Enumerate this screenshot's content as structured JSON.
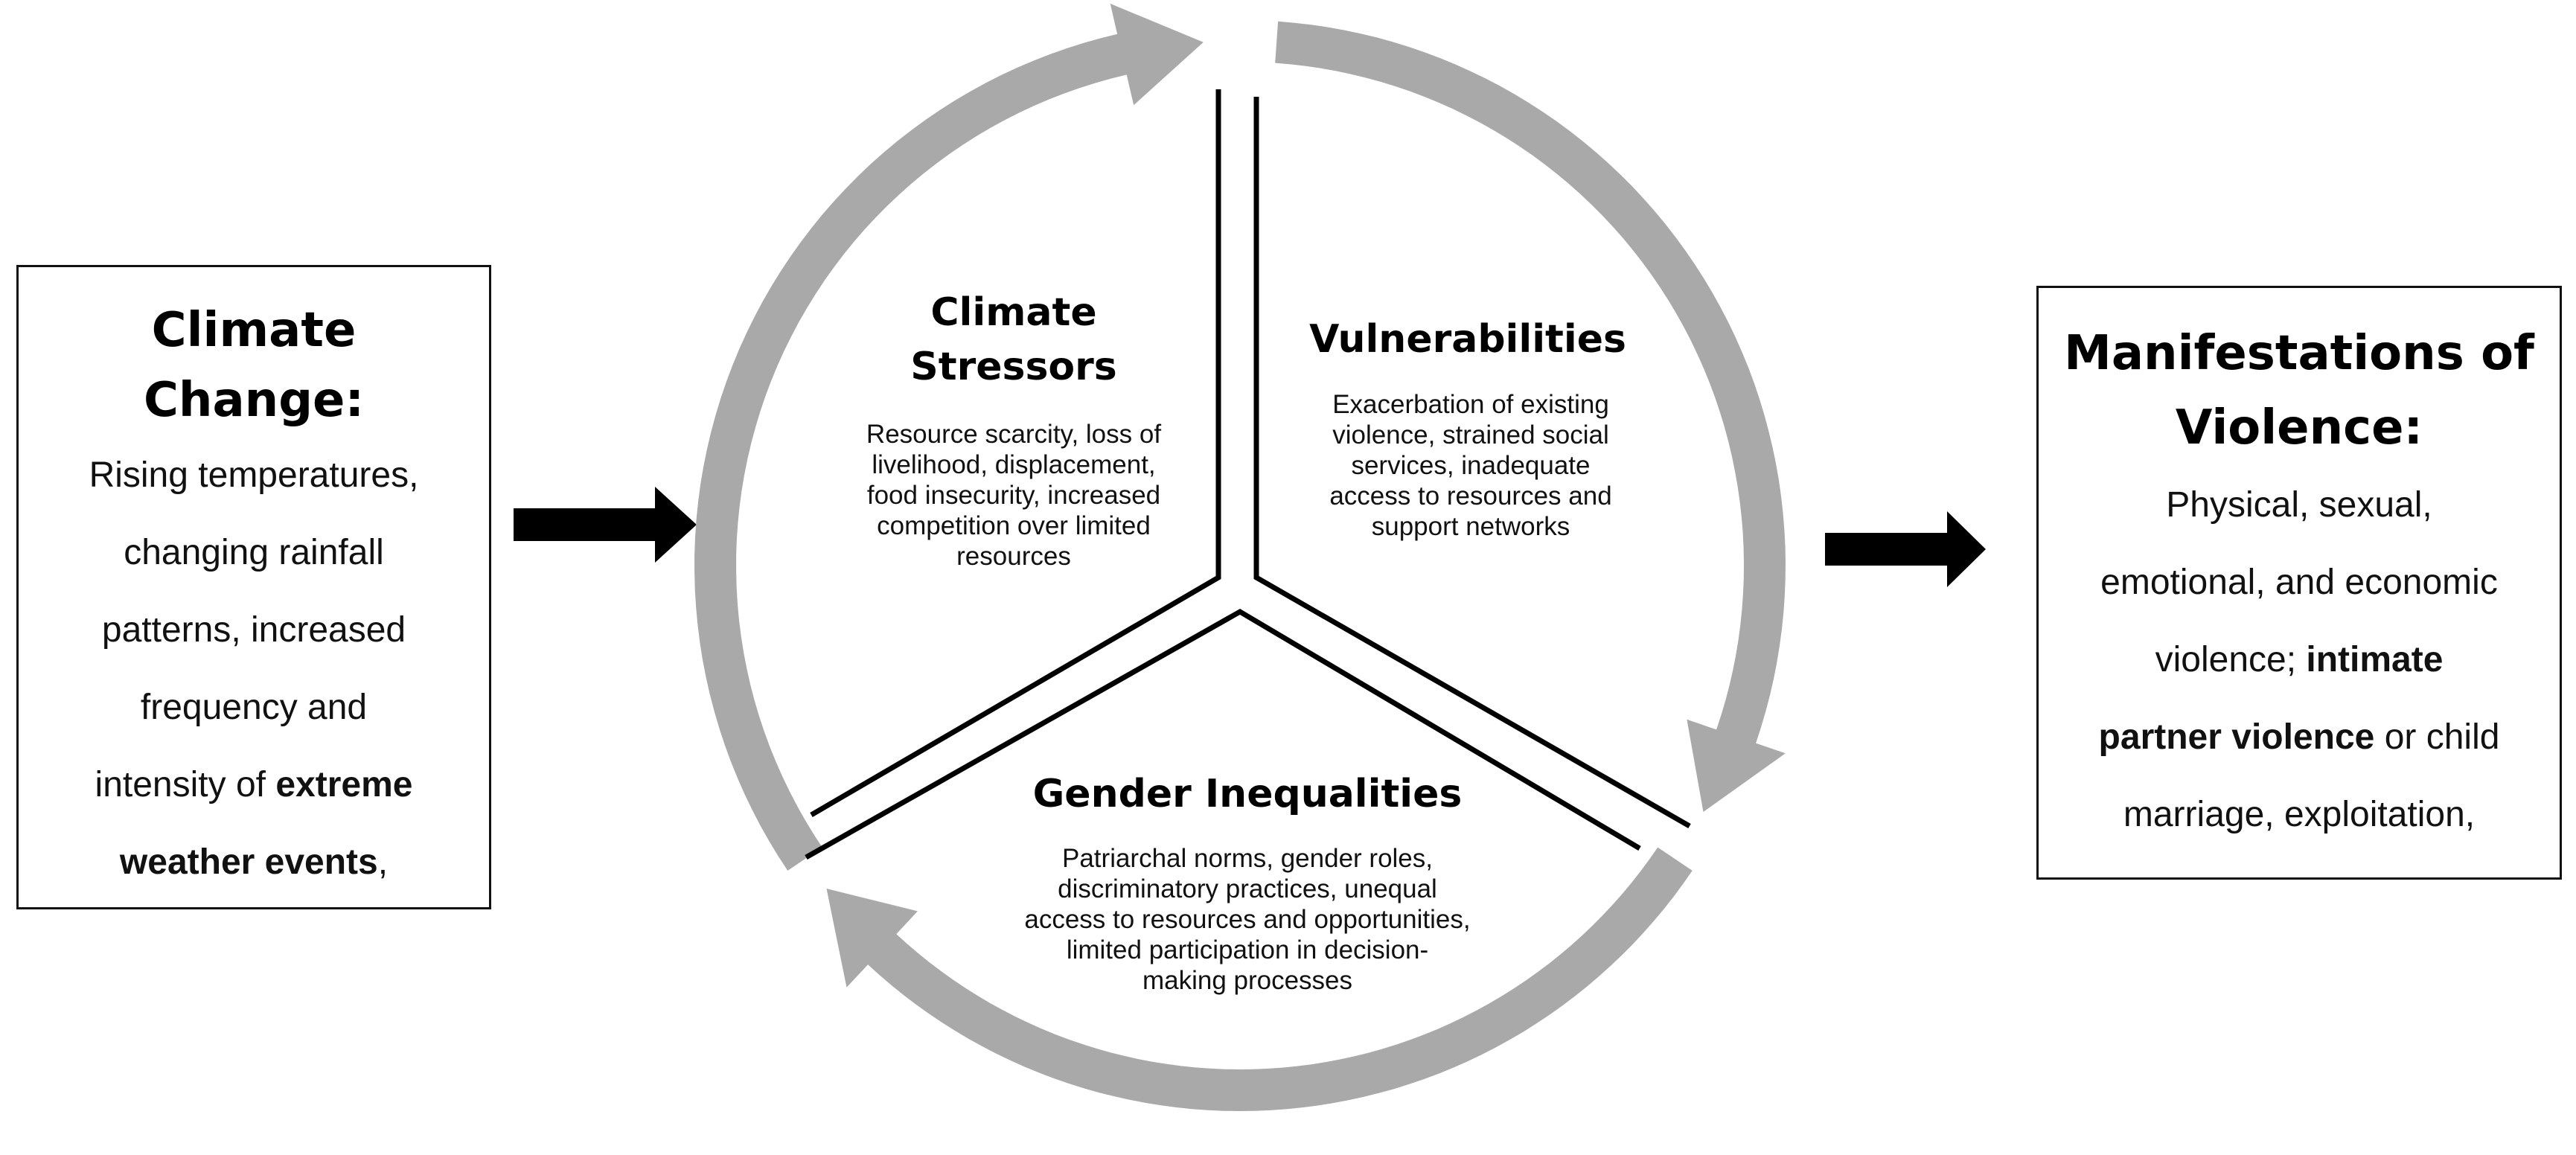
{
  "left_box": {
    "title": [
      "Climate",
      "Change:"
    ],
    "body": [
      [
        {
          "t": "Rising temperatures,",
          "b": false
        }
      ],
      [
        {
          "t": "changing rainfall",
          "b": false
        }
      ],
      [
        {
          "t": "patterns, increased",
          "b": false
        }
      ],
      [
        {
          "t": "frequency and",
          "b": false
        }
      ],
      [
        {
          "t": "intensity of ",
          "b": false
        },
        {
          "t": "extreme",
          "b": true
        }
      ],
      [
        {
          "t": "weather events",
          "b": true
        },
        {
          "t": ",",
          "b": false
        }
      ]
    ]
  },
  "right_box": {
    "title": [
      "Manifestations of",
      "Violence:"
    ],
    "body": [
      [
        {
          "t": "Physical,  sexual,",
          "b": false
        }
      ],
      [
        {
          "t": "emotional,  and economic",
          "b": false
        }
      ],
      [
        {
          "t": "violence;  ",
          "b": false
        },
        {
          "t": "intimate",
          "b": true
        }
      ],
      [
        {
          "t": "partner violence",
          "b": true
        },
        {
          "t": " or child",
          "b": false
        }
      ],
      [
        {
          "t": "marriage, exploitation,",
          "b": false
        }
      ]
    ]
  },
  "sections": {
    "climate_stressors": {
      "title": [
        "Climate",
        "Stressors"
      ],
      "body": [
        "Resource scarcity, loss of",
        "livelihood, displacement,",
        "food insecurity, increased",
        "competition over limited",
        "resources"
      ]
    },
    "vulnerabilities": {
      "title": [
        "Vulnerabilities"
      ],
      "body": [
        "Exacerbation of existing",
        "violence, strained social",
        "services, inadequate",
        "access to resources and",
        "support networks"
      ]
    },
    "gender_inequalities": {
      "title": [
        "Gender Inequalities"
      ],
      "body": [
        "Patriarchal norms, gender roles,",
        "discriminatory practices, unequal",
        "access to resources and opportunities,",
        "limited participation in decision-",
        "making processes"
      ]
    }
  },
  "colors": {
    "cycle_arrow": "#a9a9a9",
    "flow_arrow": "#000000",
    "divider": "#000000"
  }
}
